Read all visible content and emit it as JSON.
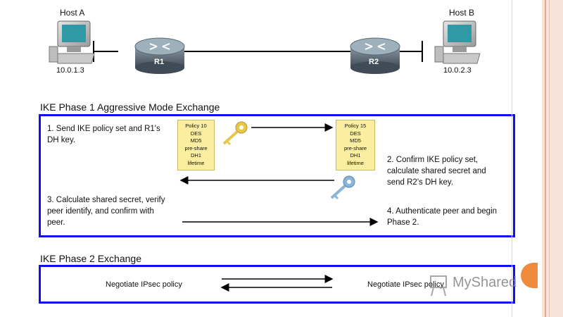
{
  "topology": {
    "host_a": {
      "name": "Host A",
      "ip": "10.0.1.3"
    },
    "host_b": {
      "name": "Host B",
      "ip": "10.0.2.3"
    },
    "router_1": "R1",
    "router_2": "R2"
  },
  "phase1": {
    "title": "IKE Phase 1 Aggressive Mode Exchange",
    "steps": [
      "1. Send IKE policy set and R1's\n    DH key.",
      "2. Confirm IKE policy set,\n    calculate shared secret and\n    send R2's DH key.",
      "3. Calculate shared secret, verify\n    peer identify, and confirm with\n    peer.",
      "4. Authenticate peer and begin\n    Phase 2."
    ],
    "policy_r1": [
      "Policy 10",
      "DES",
      "MD5",
      "pre-share",
      "DH1",
      "lifetime"
    ],
    "policy_r2": [
      "Policy 15",
      "DES",
      "MD5",
      "pre-share",
      "DH1",
      "lifetime"
    ]
  },
  "phase2": {
    "title": "IKE Phase 2 Exchange",
    "left_label": "Negotiate IPsec policy",
    "right_label": "Negotiate IPsec policy"
  },
  "watermark": "MyShared",
  "colors": {
    "frame": "#1010ee",
    "policy_note": "#fbeea0",
    "key_gold": "#e8c84a",
    "key_blue": "#8ab4d8",
    "router": "#5a6a78"
  }
}
